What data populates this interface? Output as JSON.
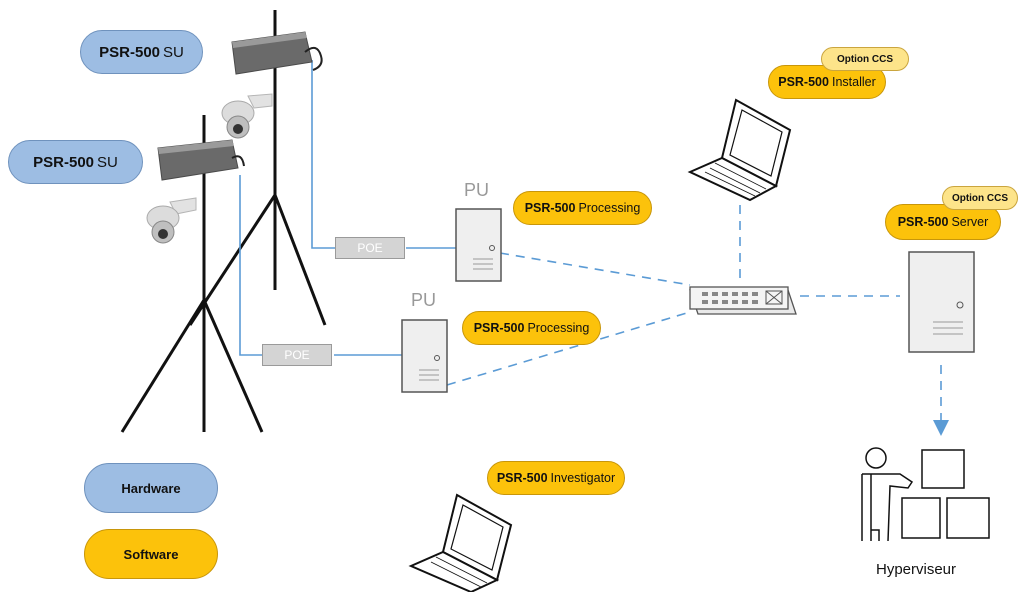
{
  "sensor_units": [
    {
      "brand": "PSR-500",
      "suffix": "SU"
    },
    {
      "brand": "PSR-500",
      "suffix": "SU"
    }
  ],
  "processing_units": [
    {
      "label": "PU",
      "brand": "PSR-500",
      "suffix": "Processing",
      "poe": "POE"
    },
    {
      "label": "PU",
      "brand": "PSR-500",
      "suffix": "Processing",
      "poe": "POE"
    }
  ],
  "installer": {
    "option": "Option CCS",
    "brand": "PSR-500",
    "suffix": "Installer"
  },
  "server": {
    "option": "Option CCS",
    "brand": "PSR-500",
    "suffix": "Server"
  },
  "investigator": {
    "brand": "PSR-500",
    "suffix": "Investigator"
  },
  "hypervisor": {
    "label": "Hyperviseur"
  },
  "legend": {
    "hardware": "Hardware",
    "software": "Software"
  },
  "colors": {
    "hardware": "#9dbde3",
    "software": "#fcc20b",
    "option": "#fde48a",
    "network_line": "#5b9bd5",
    "device_gray": "#888888"
  }
}
